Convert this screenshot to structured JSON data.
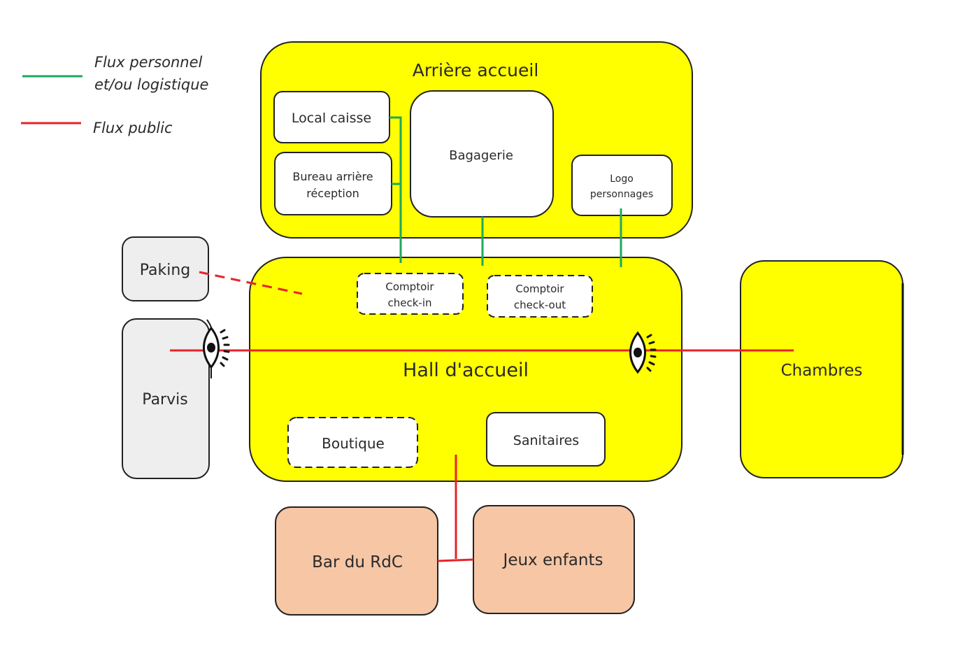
{
  "legend": {
    "items": [
      {
        "label_line1": "Flux personnel",
        "label_line2": "et/ou logistique",
        "color": "#1fa85a"
      },
      {
        "label_line1": "Flux public",
        "label_line2": "",
        "color": "#e8232a"
      }
    ]
  },
  "colors": {
    "yellow": "#ffff00",
    "peach": "#f6c6a5",
    "grey": "#eeeeee",
    "white": "#ffffff",
    "staff_flow": "#1fa85a",
    "public_flow": "#e8232a"
  },
  "zones": {
    "back_office": {
      "title": "Arrière accueil",
      "rooms": {
        "cash_room": "Local caisse",
        "back_office_line1": "Bureau arrière",
        "back_office_line2": "réception",
        "luggage": "Bagagerie",
        "staff_housing_line1": "Logo",
        "staff_housing_line2": "personnages"
      }
    },
    "hall": {
      "title": "Hall d'accueil",
      "rooms": {
        "checkin_line1": "Comptoir",
        "checkin_line2": "check-in",
        "checkout_line1": "Comptoir",
        "checkout_line2": "check-out",
        "shop": "Boutique",
        "toilets": "Sanitaires"
      }
    },
    "parking": "Paking",
    "forecourt": "Parvis",
    "rooms": "Chambres",
    "bar": "Bar du RdC",
    "kids": "Jeux enfants"
  }
}
